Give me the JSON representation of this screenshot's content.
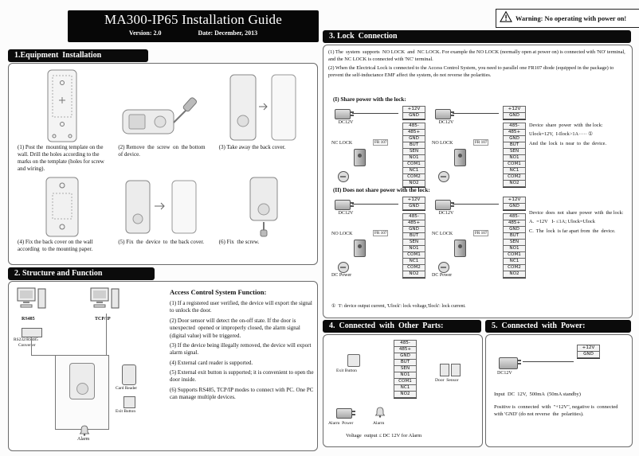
{
  "page": {
    "title": "MA300-IP65 Installation Guide",
    "version": "Version: 2.0",
    "date": "Date: December, 2013",
    "warning": "Warning: No operating with power on!"
  },
  "section1": {
    "title": "1.Equipment  Installation",
    "steps": [
      "(1) Post the  mounting template on the wall. Drill the holes according to the marks on the template (holes for screw and wiring).",
      "(2) Remove  the  screw  on  the bottom of device.",
      "(3) Take away the back cover.",
      "(4) Fix the back cover on the wall according  to the mounting paper.",
      "(5) Fix  the  device  to  the back cover.",
      "(6) Fix  the screw."
    ]
  },
  "section2": {
    "title": "2. Structure and Function",
    "labels": {
      "rs485": "RS485",
      "tcpip": "TCP/IP",
      "converter1": "RS232/RS485",
      "converter2": "Converter",
      "card_reader": "Card Reader",
      "exit_button": "Exit Button",
      "alarm": "Alarm"
    },
    "function_title": "Access Control System Function:",
    "functions": [
      "(1) If a registered user verified, the device will export the signal to unlock the door.",
      "(2) Door sensor will detect the on-off state. If the door is unexpected  opened or improperly closed, the alarm signal (digital value) will be triggered.",
      "(3) If the device being illegally removed, the device will export alarm signal.",
      "(4) External card reader is supported.",
      "(5) External exit button is supported; it is convenient to open the door inside.",
      "(6) Supports RS485, TCP/IP modes to connect with PC. One PC can manage multiple devices."
    ]
  },
  "section3": {
    "title": "3. Lock  Connection",
    "intro": [
      "(1) The  system  supports  NO LOCK  and  NC LOCK. For example the NO LOCK (normally open at power on) is connected with 'NO' terminal, and the NC LOCK is connected with 'NC' terminal.",
      "(2) When the Electrical Lock is connected to the Access Control System, you need to parallel one FR107 diode (equipped in the package) to prevent the self-inductance EMF affect the system, do not reverse the polarities."
    ],
    "share_title": "(I) Share power with the lock:",
    "noshare_title": "(II) Does not share power with the lock:",
    "power_terminals": [
      "+12V",
      "GND"
    ],
    "main_terminals": [
      "485-",
      "485+",
      "GND",
      "BUT",
      "SEN",
      "NO1",
      "COM1",
      "NC1",
      "COM2",
      "NO2"
    ],
    "groups": [
      {
        "power": "DC12V",
        "lock": "NC LOCK",
        "fr": "FR 107"
      },
      {
        "power": "DC12V",
        "lock": "NO LOCK",
        "fr": "FR 107"
      },
      {
        "power": "DC12V",
        "lock": "NO LOCK",
        "fr": "FR 107",
        "power2": "DC Power"
      },
      {
        "power": "DC12V",
        "lock": "NC LOCK",
        "fr": "FR 107",
        "power2": "DC Power"
      }
    ],
    "share_note1": "Device  share  power  with  the lock:",
    "share_note2": "Ulock=12V,  I-Ilock>1A····· ①",
    "share_note3": "And  the  lock  is  near  to  the  device.",
    "noshare_note1": "Device  does  not  share  power  with  the lock:",
    "noshare_note2": "A.  =12V   I- ≤1A; Ulock=Ulock",
    "noshare_note3": "C.  The  lock  is far apart from  the  device.",
    "footnote": "①  'I': device output current, 'Ulock': lock voltage,'Ilock': lock current."
  },
  "section4": {
    "title": "4.  Connected  with  Other  Parts:",
    "terminals": [
      "485-",
      "485+",
      "GND",
      "BUT",
      "SEN",
      "NO1",
      "COM1",
      "NC1",
      "NO2"
    ],
    "exit_button": "Exit Button",
    "door_sensor": "Door  Sensor",
    "alarm_power": "Alarm  Power",
    "alarm": "Alarm",
    "note": "Voltage  output ≤ DC 12V for Alarm"
  },
  "section5": {
    "title": "5.  Connected  with  Power:",
    "terminals": [
      "+12V",
      "GND"
    ],
    "dc12v": "DC12V",
    "note1": "Input  DC  12V,  500mA  (50mA standby)",
    "note2": "Positive is  connected  with  \"+12V\", negative is  connected with 'GND' (do not reverse  the  polarities)."
  }
}
